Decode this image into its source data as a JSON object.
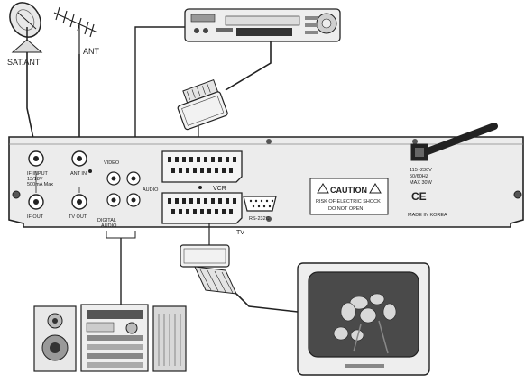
{
  "labels": {
    "sat_ant": "SAT.ANT",
    "ant": "ANT",
    "if_input_l1": "IF INPUT",
    "if_input_l2": "13/18V",
    "if_input_l3": "500mA Max",
    "ant_in": "ANT IN",
    "if_out": "IF OUT",
    "tv_out": "TV OUT",
    "video": "VIDEO",
    "audio": "AUDIO",
    "digital_audio_l1": "DIGITAL",
    "digital_audio_l2": "AUDIO",
    "vcr": "VCR",
    "tv": "TV",
    "rs232c": "RS-232C",
    "caution": "CAUTION",
    "caution_l1": "RISK OF ELECTRIC SHOCK",
    "caution_l2": "DO NOT OPEN",
    "power_l1": "115~230V",
    "power_l2": "50/60HZ",
    "power_l3": "MAX 30W",
    "ce": "CE",
    "made_in": "MADE IN KOREA"
  },
  "colors": {
    "ink": "#222222",
    "panel": "#ececec",
    "panel_dark": "#cfcfcf",
    "screen": "#4a4a4a"
  }
}
